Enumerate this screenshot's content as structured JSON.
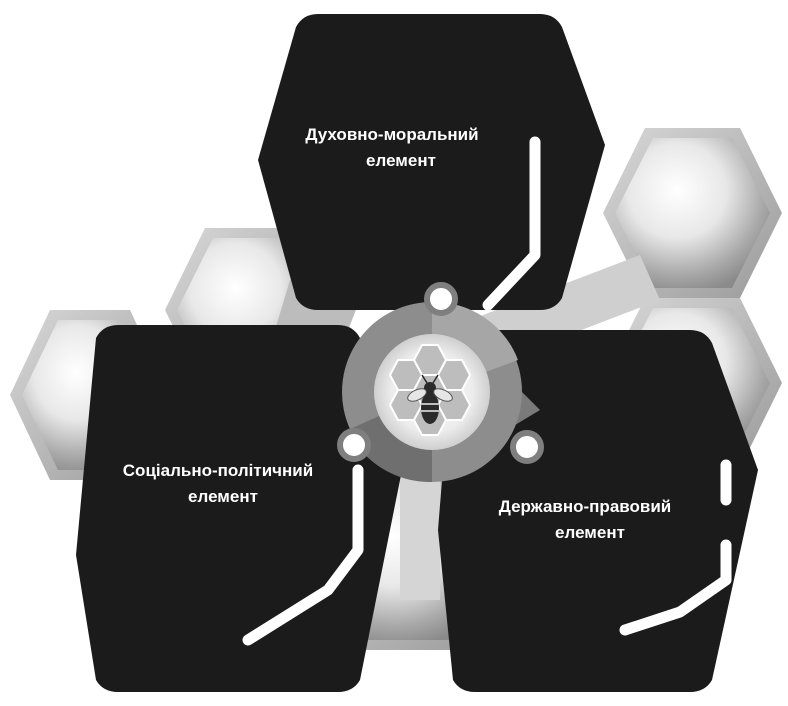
{
  "elements": [
    {
      "line1": "Духовно-моральний",
      "line2": "елемент"
    },
    {
      "line1": "Соціально-політичний",
      "line2": "елемент"
    },
    {
      "line1": "Державно-правовий",
      "line2": "елемент"
    }
  ],
  "center_icon": "bee-on-honeycomb-icon",
  "colors": {
    "dark_hex": "#1b1b1b",
    "bubble_light": "#f4f4f4",
    "bubble_frame": "#bdbdbd",
    "hub_ring": "#8d8d8d",
    "hub_core": "#e9e9e9",
    "accent_line": "#ffffff"
  }
}
